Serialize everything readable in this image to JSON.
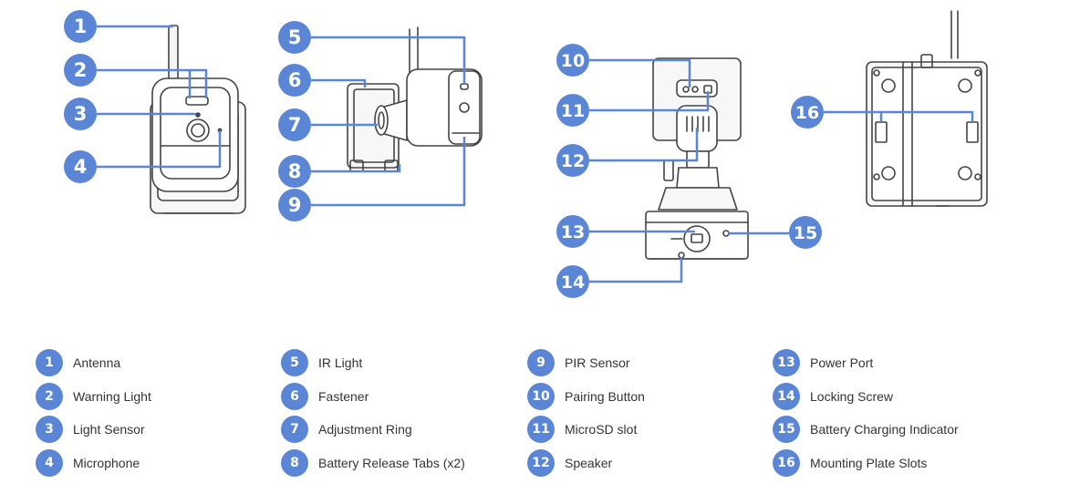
{
  "colors": {
    "badge": "#5b86d6",
    "leader": "#5b86d6",
    "outline": "#444444",
    "fill": "#f7f7f7"
  },
  "callouts": [
    {
      "number": "1",
      "label": "Antenna"
    },
    {
      "number": "2",
      "label": "Warning Light"
    },
    {
      "number": "3",
      "label": "Light Sensor"
    },
    {
      "number": "4",
      "label": "Microphone"
    },
    {
      "number": "5",
      "label": "IR Light"
    },
    {
      "number": "6",
      "label": "Fastener"
    },
    {
      "number": "7",
      "label": "Adjustment Ring"
    },
    {
      "number": "8",
      "label": "Battery Release Tabs (x2)"
    },
    {
      "number": "9",
      "label": "PIR Sensor"
    },
    {
      "number": "10",
      "label": "Pairing Button"
    },
    {
      "number": "11",
      "label": "MicroSD slot"
    },
    {
      "number": "12",
      "label": "Speaker"
    },
    {
      "number": "13",
      "label": "Power Port"
    },
    {
      "number": "14",
      "label": "Locking Screw"
    },
    {
      "number": "15",
      "label": "Battery Charging Indicator"
    },
    {
      "number": "16",
      "label": "Mounting Plate Slots"
    }
  ]
}
